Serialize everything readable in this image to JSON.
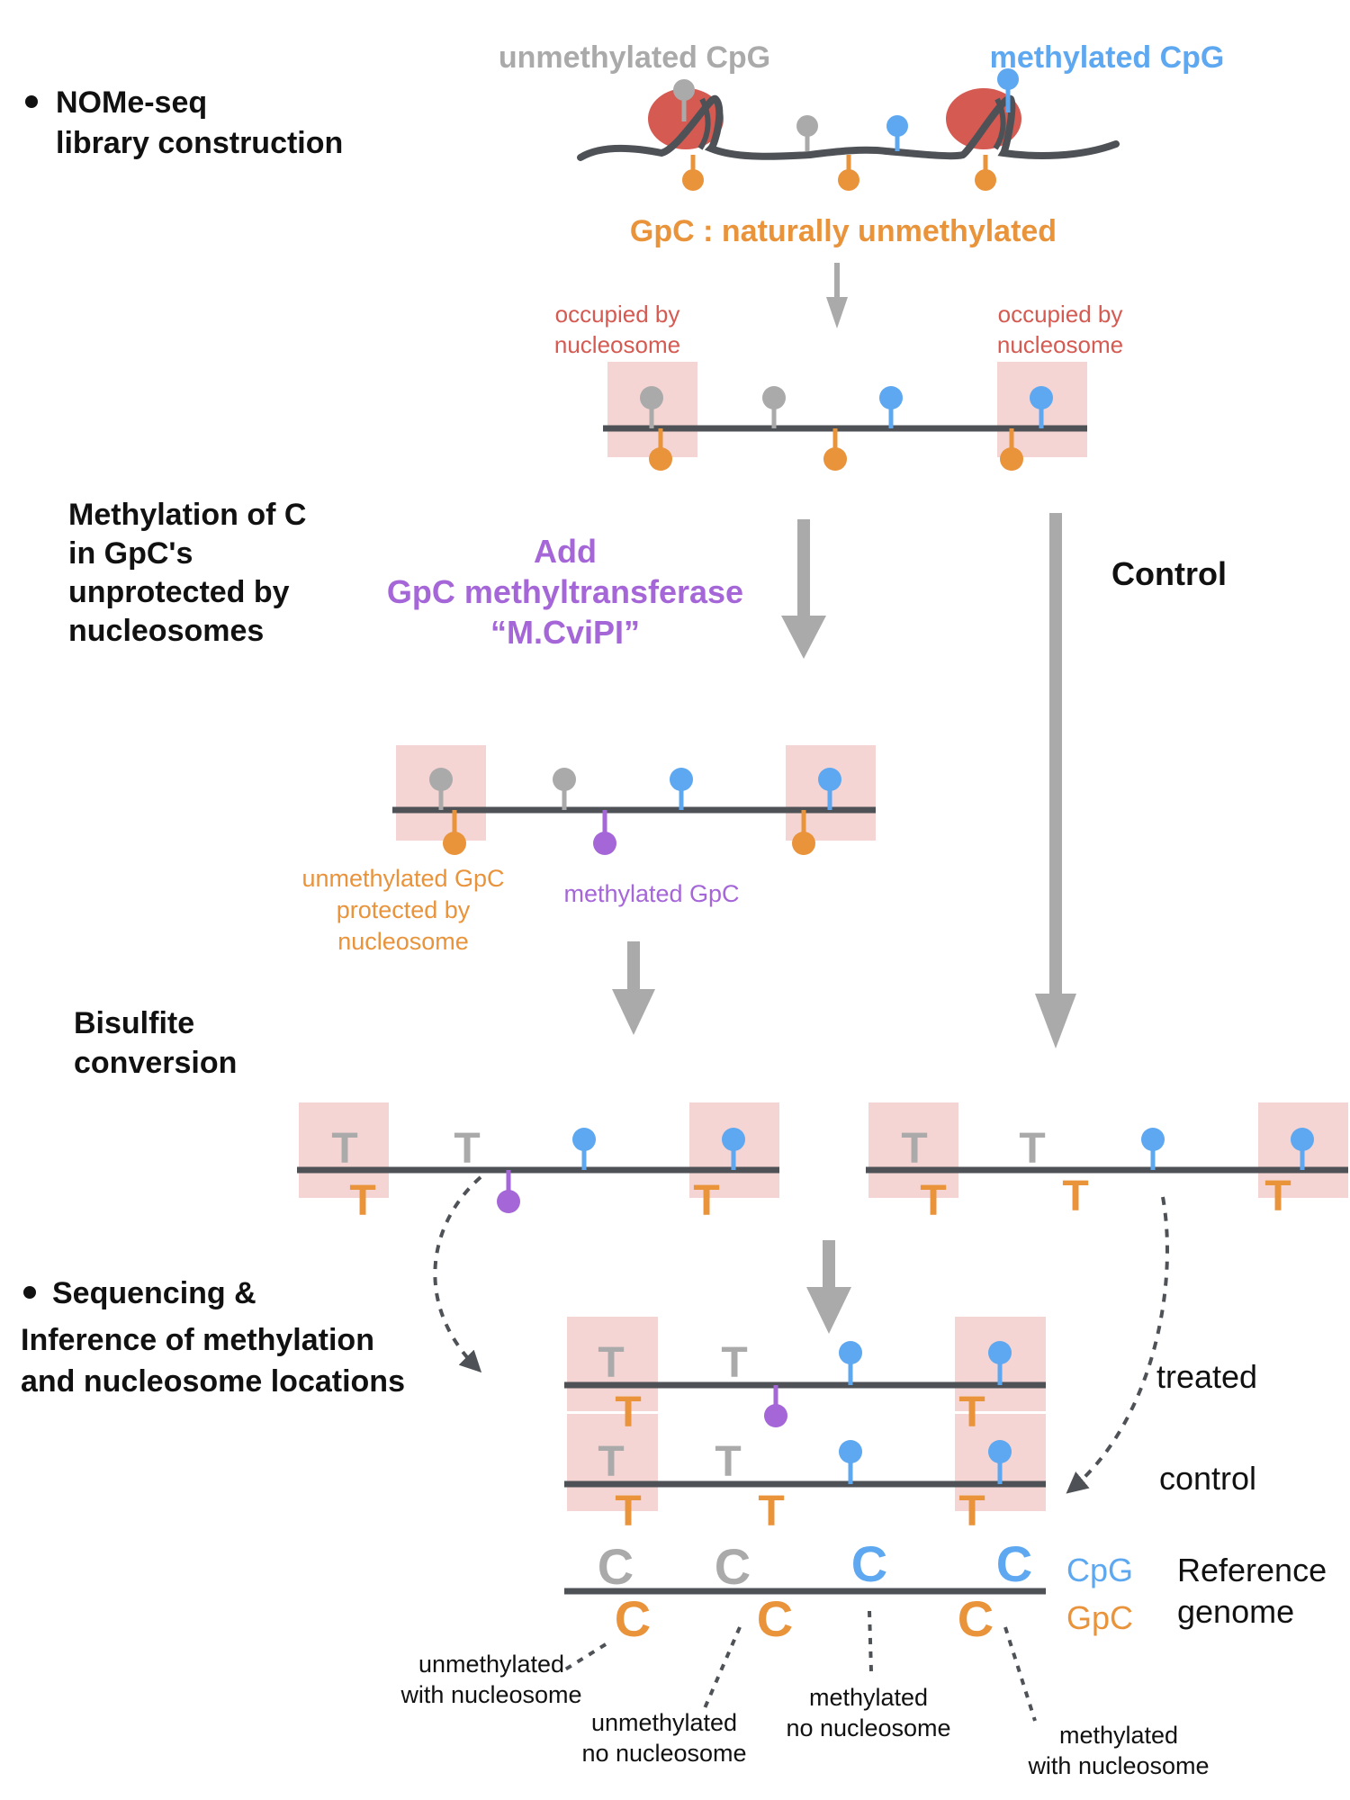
{
  "colors": {
    "gray": "#aaaaaa",
    "blue": "#5da8f0",
    "orange": "#e9933b",
    "purple": "#a566d8",
    "red": "#d45a52",
    "dna": "#4e5257",
    "box": "#f5d5d3",
    "black": "#111111"
  },
  "header": {
    "unmethylated_cpg": "unmethylated CpG",
    "methylated_cpg": "methylated CpG",
    "gpc_natural": "GpC : naturally unmethylated"
  },
  "steps": {
    "library_l1": "NOMe-seq",
    "library_l2": "library construction",
    "methylation_l1": "Methylation of C",
    "methylation_l2": "in GpC's",
    "methylation_l3": "unprotected by",
    "methylation_l4": "nucleosomes",
    "bisulfite_l1": "Bisulfite",
    "bisulfite_l2": "conversion",
    "sequencing_l1": "Sequencing &",
    "sequencing_l2": "Inference of methylation",
    "sequencing_l3": "and nucleosome locations"
  },
  "labels": {
    "occupied_l1": "occupied by",
    "occupied_l2": "nucleosome",
    "add_l1": "Add",
    "add_l2": "GpC methyltransferase",
    "add_l3": "“M.CviPI”",
    "control": "Control",
    "unmeth_gpc_l1": "unmethylated GpC",
    "unmeth_gpc_l2": "protected by",
    "unmeth_gpc_l3": "nucleosome",
    "meth_gpc": "methylated GpC",
    "treated": "treated",
    "control_lower": "control",
    "cpg": "CpG",
    "gpc": "GpC",
    "reference_l1": "Reference",
    "reference_l2": "genome",
    "t": "T",
    "c": "C"
  },
  "annotations": {
    "a1_l1": "unmethylated",
    "a1_l2": "with nucleosome",
    "a2_l1": "unmethylated",
    "a2_l2": "no nucleosome",
    "a3_l1": "methylated",
    "a3_l2": "no nucleosome",
    "a4_l1": "methylated",
    "a4_l2": "with nucleosome"
  }
}
